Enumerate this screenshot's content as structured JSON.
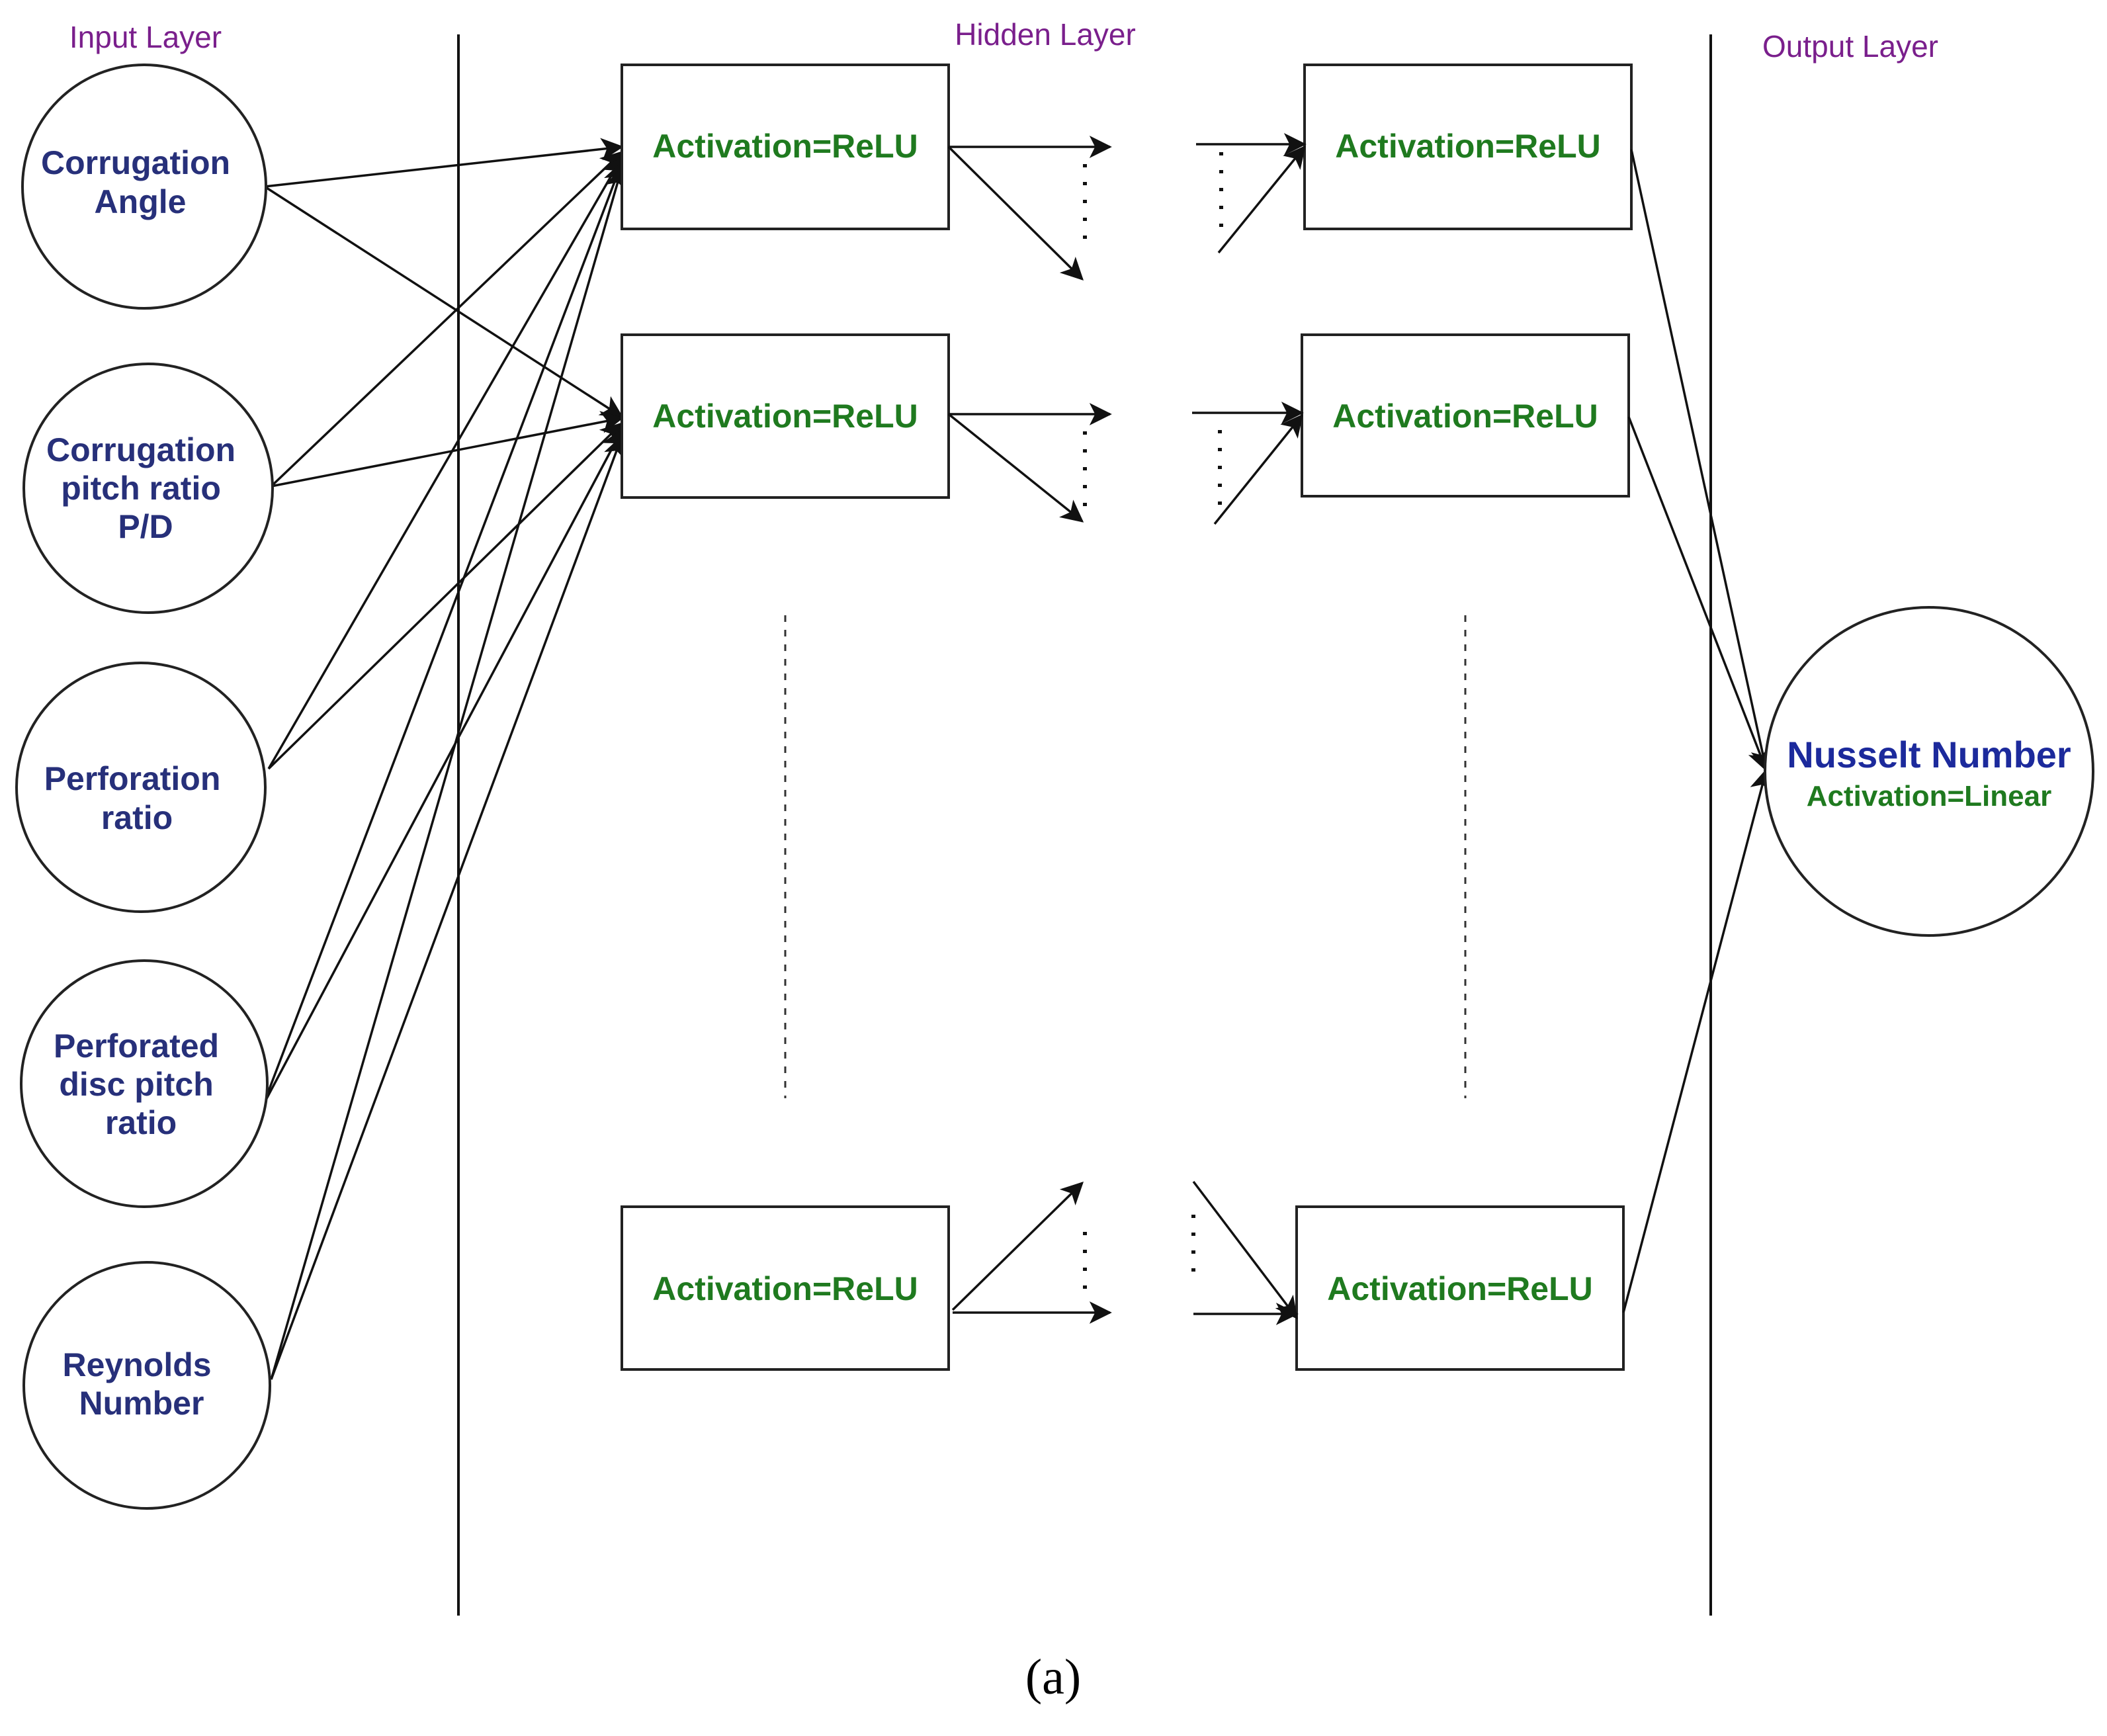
{
  "layers": {
    "input": "Input Layer",
    "hidden": "Hidden Layer",
    "output": "Output Layer"
  },
  "inputs": [
    [
      "Corrugation",
      "Angle"
    ],
    [
      "Corrugation",
      "pitch ratio",
      "P/D"
    ],
    [
      "Perforation",
      "ratio"
    ],
    [
      "Perforated",
      "disc pitch",
      "ratio"
    ],
    [
      "Reynolds",
      "Number"
    ]
  ],
  "hidden_activation": "Activation=ReLU",
  "output": {
    "title": "Nusselt Number",
    "activation": "Activation=Linear"
  },
  "caption": "(a)"
}
